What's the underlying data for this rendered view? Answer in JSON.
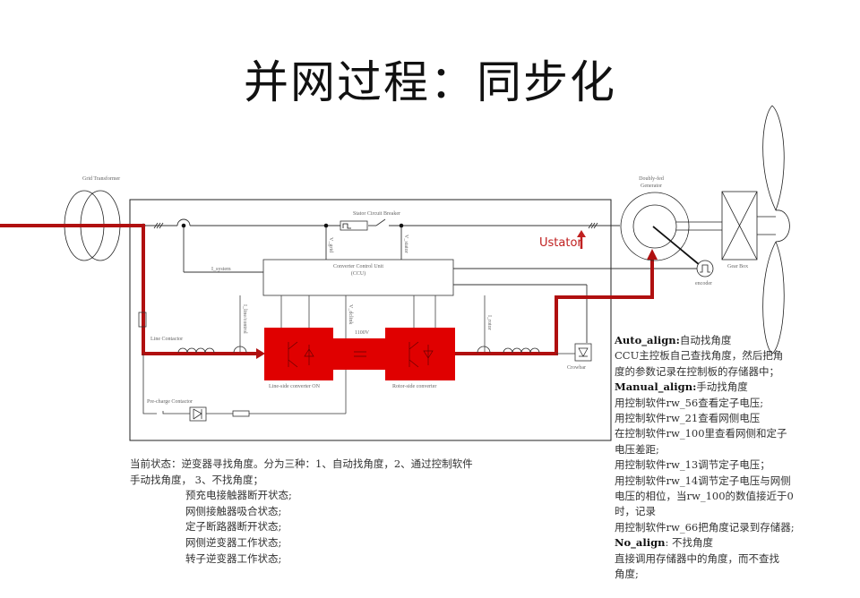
{
  "title": "并网过程：同步化",
  "diagram": {
    "grid_transformer": "Grid Transformer",
    "stator_breaker": "Stator Circuit Breaker",
    "i_system": "I_system",
    "ccu_line1": "Converter Control Unit",
    "ccu_line2": "(CCU)",
    "v_grid": "V_grid",
    "v_stator": "V_stator",
    "line_contactor": "Line Contactor",
    "i_line": "I_line/control",
    "v_dclink": "V_dclink",
    "dc_voltage": "1100V",
    "line_side_converter": "Line-side converter  ON",
    "rotor_side_converter": "Rotor-side converter",
    "i_rotor": "I_rotor",
    "crowbar": "Crowbar",
    "precharge": "Pre-charge Contactor",
    "generator_line1": "Doubly-fed",
    "generator_line2": "Generator",
    "gear_box": "Gear Box",
    "encoder": "encoder",
    "ustator": "Ustator",
    "highlight_color": "#e00000",
    "path_color": "#b01010"
  },
  "status_notes": {
    "line1": "当前状态：逆变器寻找角度。分为三种：1、自动找角度，2、通过控制软件",
    "line2": "手动找角度，   3、不找角度；",
    "items": [
      "预充电接触器断开状态;",
      "网侧接触器吸合状态;",
      "定子断路器断开状态;",
      "网侧逆变器工作状态;",
      "转子逆变器工作状态;"
    ]
  },
  "align_notes": {
    "auto_title": "Auto_align:",
    "auto_desc": "自动找角度",
    "auto_l1": "CCU主控板自己查找角度，然后把角",
    "auto_l2": "度的参数记录在控制板的存储器中；",
    "manual_title": "Manual_align:",
    "manual_desc": "手动找角度",
    "manual_lines": [
      "用控制软件rw_56查看定子电压;",
      "用控制软件rw_21查看网侧电压",
      "在控制软件rw_100里查看网侧和定子",
      "电压差距;",
      "用控制软件rw_13调节定子电压；",
      "用控制软件rw_14调节定子电压与网侧",
      "电压的相位，当rw_100的数值接近于0",
      "时，记录",
      "用控制软件rw_66把角度记录到存储器;"
    ],
    "no_title": "No_align",
    "no_desc": ": 不找角度",
    "no_l1": "直接调用存储器中的角度，而不查找",
    "no_l2": "角度;"
  }
}
